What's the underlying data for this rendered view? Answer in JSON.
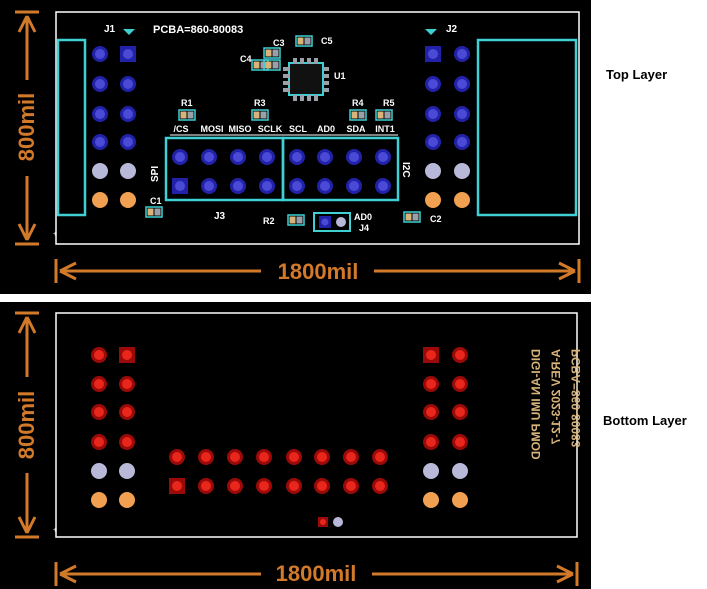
{
  "colors": {
    "background": "#000000",
    "outline": "#ffffff",
    "silk": "#ffffff",
    "copper_top": "#4a4ad6",
    "copper_top_ring": "#2222a8",
    "copper_bottom": "#e8261c",
    "copper_bottom_ring": "#9a0a08",
    "highlight": "#3fd0d4",
    "dimension": "#d27a2a",
    "pad_gray": "#b8b8d8",
    "pad_orange": "#f0a050",
    "smd_tan": "#d8b47a",
    "smd_gray": "#9aa0a8"
  },
  "top_layer": {
    "label": "Top Layer",
    "pcba_text": "PCBA=860-80083",
    "dim_width": "1800mil",
    "dim_height": "800mil",
    "connectors": {
      "j1": "J1",
      "j2": "J2",
      "j3": "J3",
      "j4": "J4"
    },
    "ic": "U1",
    "components": {
      "c1": "C1",
      "c2": "C2",
      "c3": "C3",
      "c4": "C4",
      "c5": "C5",
      "r1": "R1",
      "r2": "R2",
      "r3": "R3",
      "r4": "R4",
      "r5": "R5"
    },
    "signals_spi": [
      "/CS",
      "MOSI",
      "MISO",
      "SCLK"
    ],
    "signals_i2c": [
      "SCL",
      "AD0",
      "SDA",
      "INT1"
    ],
    "group_spi": "SPI",
    "group_i2c": "I2C",
    "jumper_label": "AD0"
  },
  "bottom_layer": {
    "label": "Bottom Layer",
    "dim_width": "1800mil",
    "dim_height": "800mil",
    "mirror_text": [
      "PCBA=860-80083",
      "A-REV 2023-12-7",
      "DIGI-AN IMU PMOD"
    ]
  }
}
